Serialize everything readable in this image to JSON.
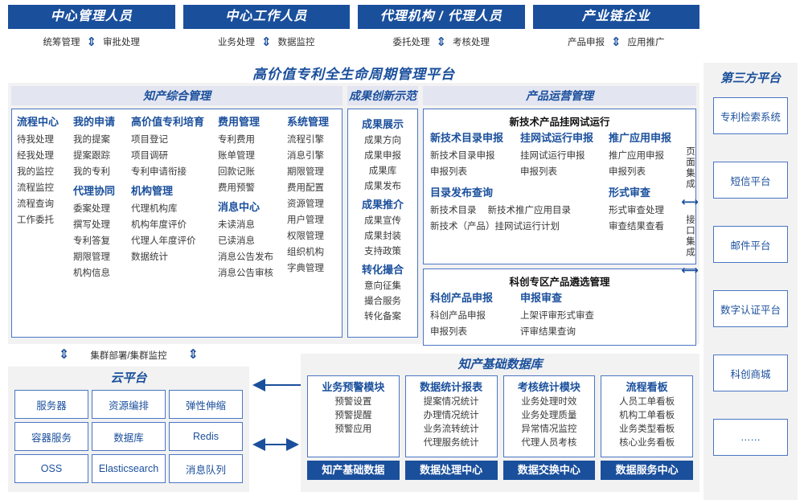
{
  "roles": [
    {
      "title": "中心管理人员",
      "left": "统筹管理",
      "right": "审批处理"
    },
    {
      "title": "中心工作人员",
      "left": "业务处理",
      "right": "数据监控"
    },
    {
      "title": "代理机构 / 代理人员",
      "left": "委托处理",
      "right": "考核处理"
    },
    {
      "title": "产业链企业",
      "left": "产品申报",
      "right": "应用推广"
    }
  ],
  "platform_title": "高价值专利全生命周期管理平台",
  "sections": {
    "ip_mgmt": {
      "title": "知产综合管理",
      "columns": [
        {
          "groups": [
            {
              "head": "流程中心",
              "items": [
                "待我处理",
                "经我处理",
                "我的监控",
                "流程监控",
                "流程查询",
                "工作委托"
              ]
            }
          ]
        },
        {
          "groups": [
            {
              "head": "我的申请",
              "items": [
                "我的提案",
                "提案跟踪",
                "我的专利"
              ]
            },
            {
              "head": "代理协同",
              "items": [
                "委案处理",
                "撰写处理",
                "专利答复",
                "期限管理",
                "机构信息"
              ]
            }
          ]
        },
        {
          "groups": [
            {
              "head": "高价值专利培育",
              "items": [
                "项目登记",
                "项目调研",
                "专利申请衔接"
              ]
            },
            {
              "head": "机构管理",
              "items": [
                "代理机构库",
                "机构年度评价",
                "代理人年度评价",
                "数据统计"
              ]
            }
          ]
        },
        {
          "groups": [
            {
              "head": "费用管理",
              "items": [
                "专利费用",
                "账单管理",
                "回款记账",
                "费用预警"
              ]
            },
            {
              "head": "消息中心",
              "items": [
                "未读消息",
                "已读消息",
                "消息公告发布",
                "消息公告审核"
              ]
            }
          ]
        },
        {
          "groups": [
            {
              "head": "系统管理",
              "items": [
                "流程引擎",
                "消息引擎",
                "期限管理",
                "费用配置",
                "资源管理",
                "用户管理",
                "权限管理",
                "组织机构",
                "字典管理"
              ]
            }
          ]
        }
      ]
    },
    "achievement": {
      "title": "成果创新示范",
      "groups": [
        {
          "head": "成果展示",
          "items": [
            "成果方向",
            "成果申报",
            "成果库",
            "成果发布"
          ]
        },
        {
          "head": "成果推介",
          "items": [
            "成果宣传",
            "成果封装",
            "支持政策"
          ]
        },
        {
          "head": "转化撮合",
          "items": [
            "意向征集",
            "撮合服务",
            "转化备案"
          ]
        }
      ]
    },
    "product_ops": {
      "title": "产品运营管理",
      "box1": {
        "title": "新技术产品挂网试运行",
        "row1": [
          {
            "head": "新技术目录申报",
            "items": [
              "新技术目录申报",
              "申报列表"
            ]
          },
          {
            "head": "挂网试运行申报",
            "items": [
              "挂网试运行申报",
              "申报列表"
            ]
          },
          {
            "head": "推广应用申报",
            "items": [
              "推广应用申报",
              "申报列表"
            ]
          }
        ],
        "row2_left": {
          "head": "目录发布查询",
          "items": [
            "新技术目录",
            "新技术推广应用目录",
            "新技术（产品）挂网试运行计划"
          ]
        },
        "row2_right": {
          "head": "形式审查",
          "items": [
            "形式审查处理",
            "审查结果查看"
          ]
        }
      },
      "box2": {
        "title": "科创专区产品遴选管理",
        "cols": [
          {
            "head": "科创产品申报",
            "items": [
              "科创产品申报",
              "申报列表"
            ]
          },
          {
            "head": "申报审查",
            "items": [
              "上架评审形式审查",
              "评审结果查询"
            ]
          }
        ]
      }
    }
  },
  "integration": {
    "page": "页面集成",
    "api": "接口集成"
  },
  "third_party": {
    "title": "第三方平台",
    "items": [
      "专利检索系统",
      "短信平台",
      "邮件平台",
      "数字认证平台",
      "科创商城",
      "……"
    ]
  },
  "cluster_label": "集群部署/集群监控",
  "cloud": {
    "title": "云平台",
    "cells": [
      "服务器",
      "资源编排",
      "弹性伸缩",
      "容器服务",
      "数据库",
      "Redis",
      "OSS",
      "Elasticsearch",
      "消息队列"
    ]
  },
  "database": {
    "title": "知产基础数据库",
    "columns": [
      {
        "head": "业务预警模块",
        "items": [
          "预警设置",
          "预警提醒",
          "预警应用"
        ],
        "footer": "知产基础数据"
      },
      {
        "head": "数据统计报表",
        "items": [
          "提案情况统计",
          "办理情况统计",
          "业务流转统计",
          "代理服务统计"
        ],
        "footer": "数据处理中心"
      },
      {
        "head": "考核统计模块",
        "items": [
          "业务处理时效",
          "业务处理质量",
          "异常情况监控",
          "代理人员考核"
        ],
        "footer": "数据交换中心"
      },
      {
        "head": "流程看板",
        "items": [
          "人员工单看板",
          "机构工单看板",
          "业务类型看板",
          "核心业务看板"
        ],
        "footer": "数据服务中心"
      }
    ]
  },
  "colors": {
    "brand": "#1a4f9c",
    "border": "#4a76c4",
    "panel": "#f2f2f2",
    "band": "#e3e5f1"
  }
}
